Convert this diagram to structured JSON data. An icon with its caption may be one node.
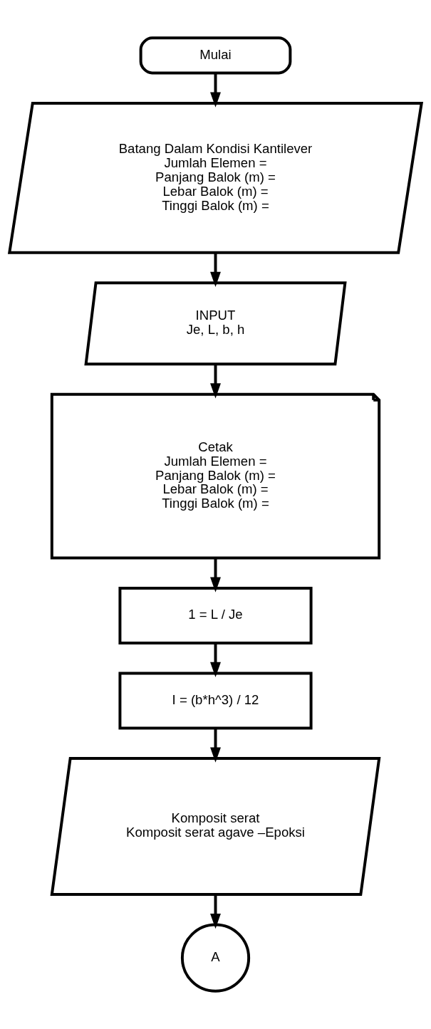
{
  "diagram": {
    "nodes": [
      {
        "text": [
          "Mulai"
        ]
      },
      {
        "text": [
          "Batang Dalam Kondisi Kantilever",
          "Jumlah Elemen =",
          "Panjang Balok (m) =",
          "Lebar Balok (m) =",
          "Tinggi Balok (m) ="
        ]
      },
      {
        "text": [
          "INPUT",
          "Je, L, b, h"
        ]
      },
      {
        "text": [
          "Cetak",
          "Jumlah Elemen =",
          "Panjang Balok (m) =",
          "Lebar Balok (m) =",
          "Tinggi Balok (m) ="
        ]
      },
      {
        "text": [
          "1 = L / Je"
        ]
      },
      {
        "text": [
          "I = (b*h^3) / 12"
        ]
      },
      {
        "text": [
          "Komposit serat",
          "Komposit serat agave –Epoksi"
        ]
      },
      {
        "text": [
          "A"
        ]
      }
    ],
    "edges": [
      {
        "from": 0,
        "to": 1,
        "arrow": "to"
      },
      {
        "from": 1,
        "to": 2,
        "arrow": "to"
      },
      {
        "from": 2,
        "to": 3,
        "arrow": "to"
      },
      {
        "from": 3,
        "to": 4,
        "arrow": "to"
      },
      {
        "from": 4,
        "to": 5,
        "arrow": "to"
      },
      {
        "from": 5,
        "to": 6,
        "arrow": "to"
      },
      {
        "from": 6,
        "to": 7,
        "arrow": "to"
      }
    ]
  }
}
